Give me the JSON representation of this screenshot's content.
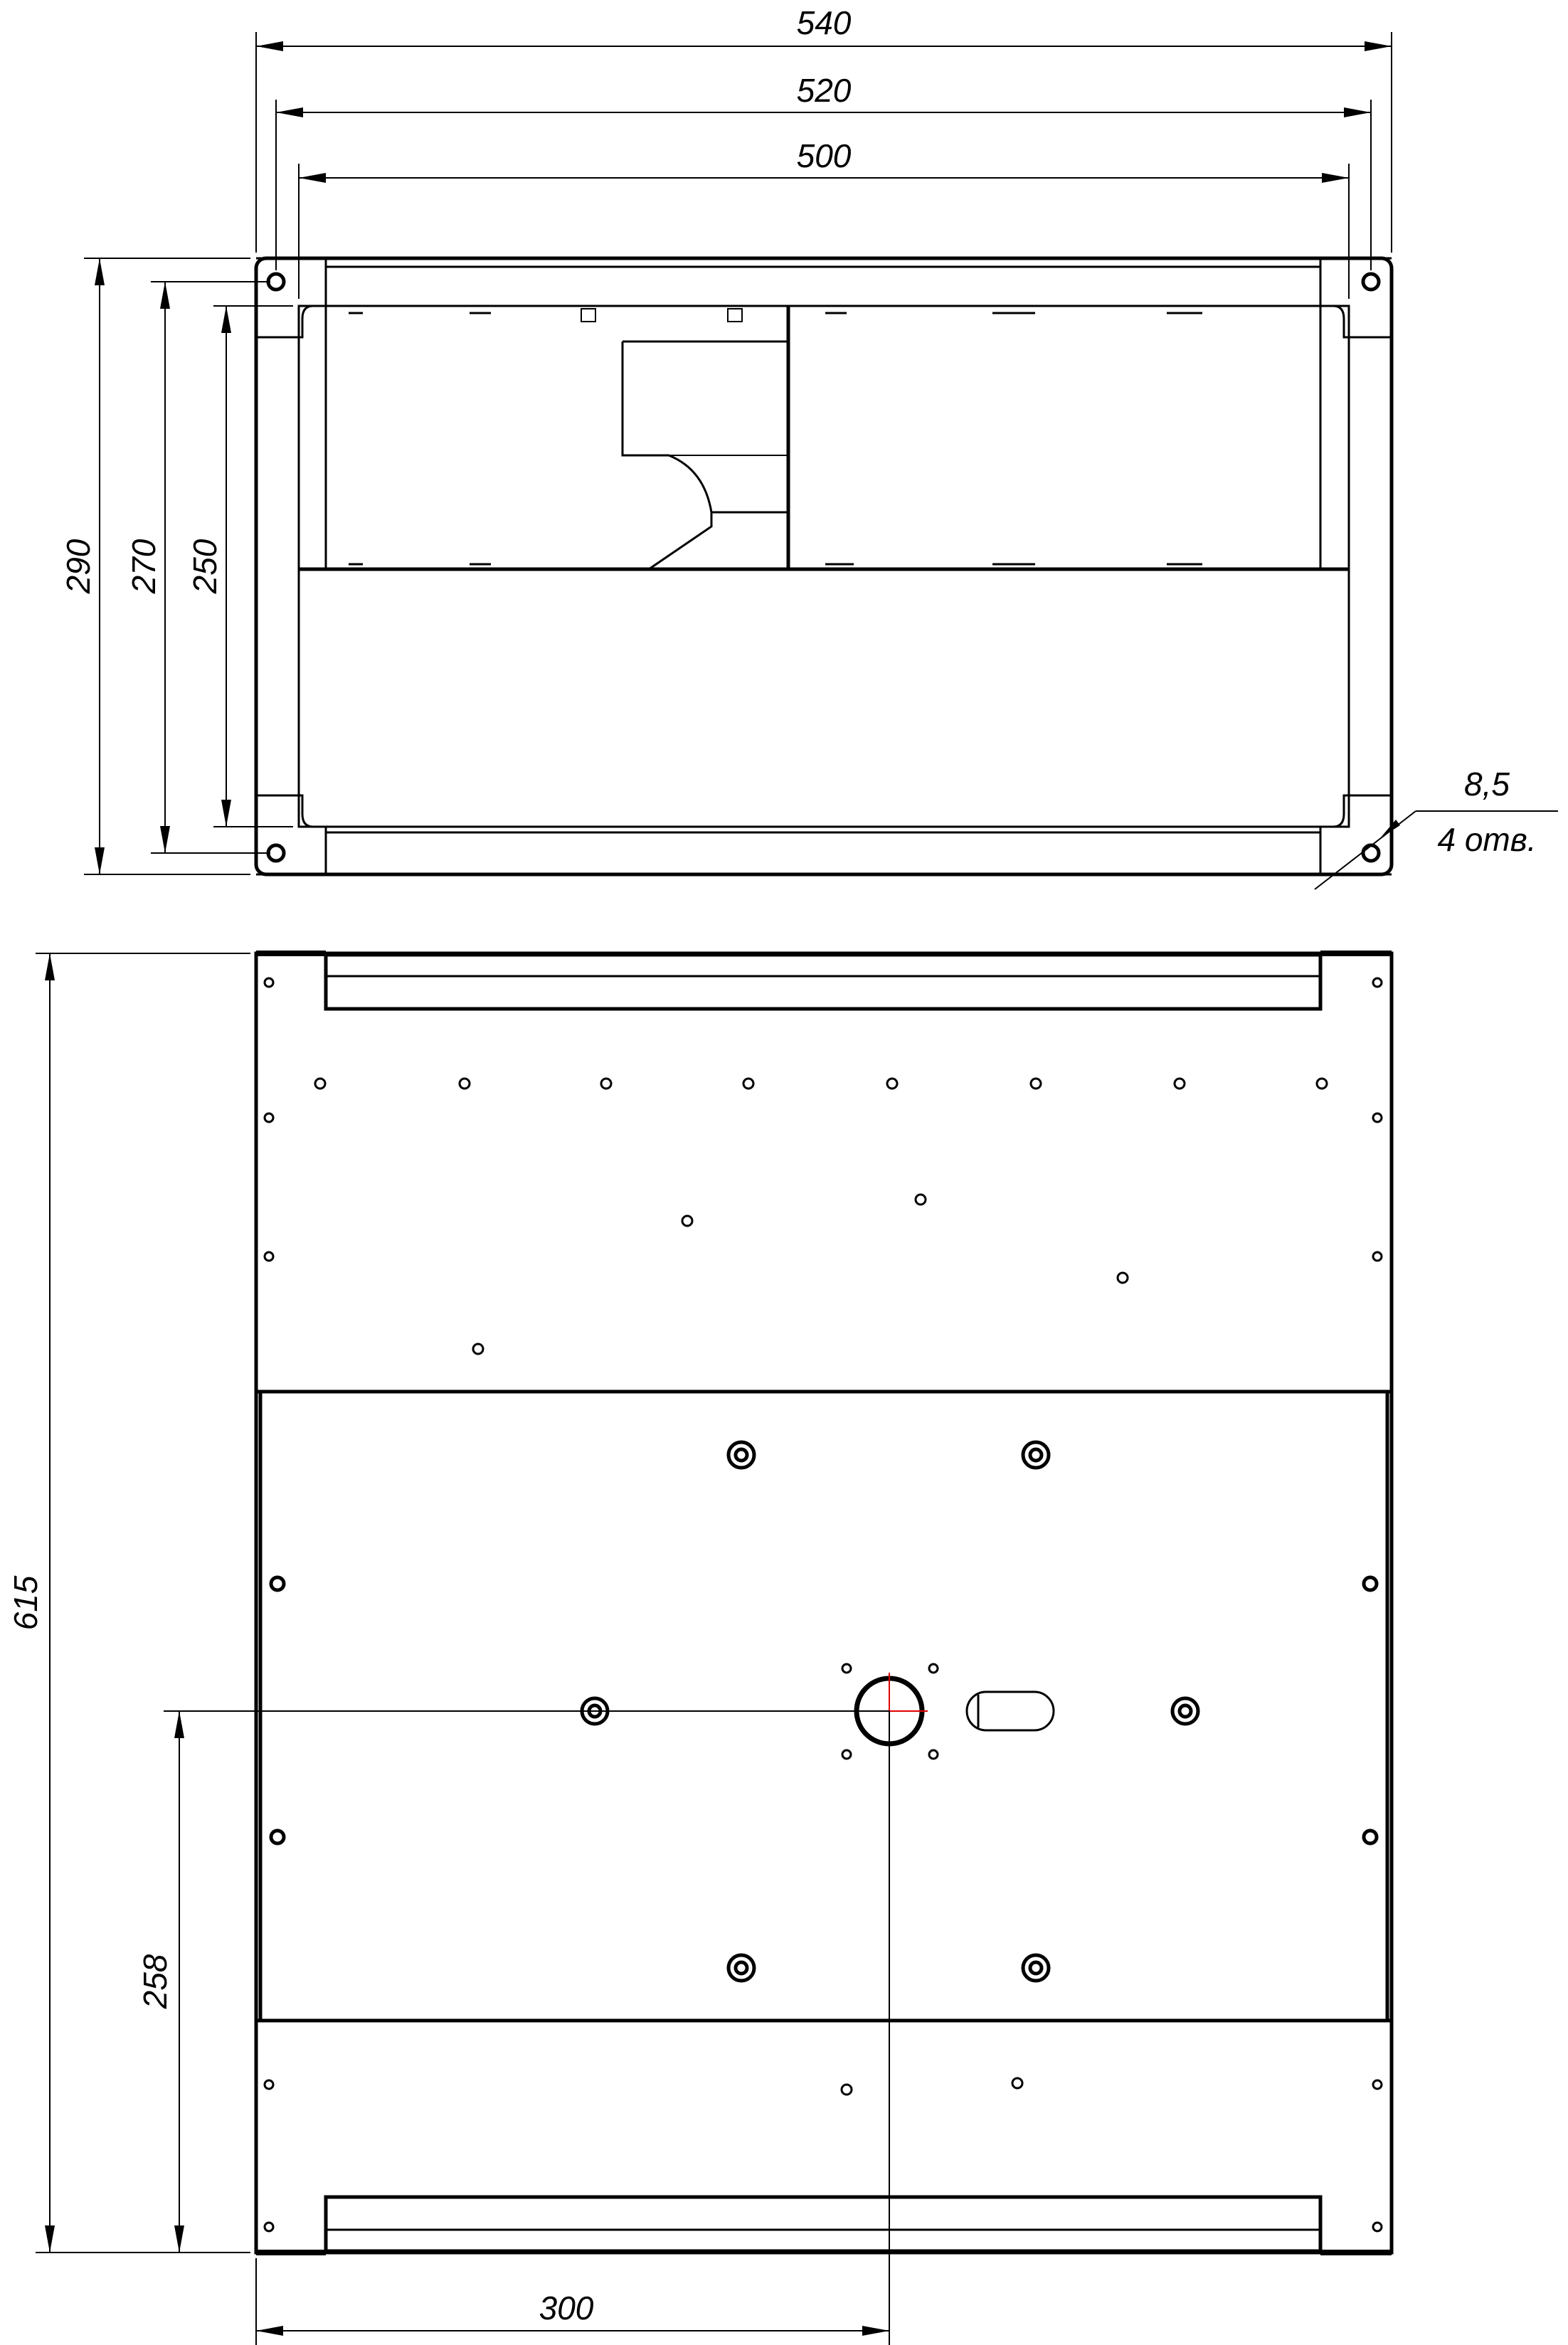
{
  "front_view": {
    "dim_overall_width": "540",
    "dim_flange_width": "520",
    "dim_opening_width": "500",
    "dim_overall_height": "290",
    "dim_flange_height": "270",
    "dim_opening_height": "250",
    "hole_diameter": "8,5",
    "hole_count_note": "4 отв."
  },
  "top_view": {
    "dim_length": "615",
    "dim_center_offset_y": "258",
    "dim_center_offset_x": "300"
  }
}
